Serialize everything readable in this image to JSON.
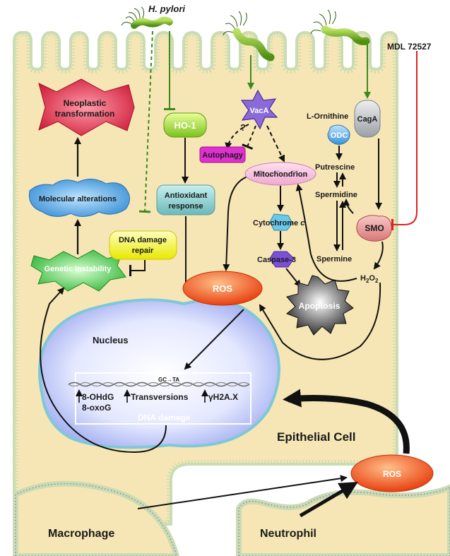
{
  "diagram": {
    "pathogen": "H. pylori",
    "inhibitor": "MDL 72527",
    "cell_label": "Epithelial Cell",
    "nucleus_label": "Nucleus",
    "macrophage_label": "Macrophage",
    "neutrophil_label": "Neutrophil",
    "nodes": {
      "neoplastic_1": "Neoplastic",
      "neoplastic_2": "transformation",
      "molecular": "Molecular alterations",
      "genetic": "Genetic Instability",
      "dna_repair_1": "DNA damage",
      "dna_repair_2": "repair",
      "ho1": "HO-1",
      "antioxidant_1": "Antioxidant",
      "antioxidant_2": "response",
      "ros_cell": "ROS",
      "vaca": "VacA",
      "question": "?",
      "autophagy": "Autophagy",
      "mitochondrion": "Mitochondrion",
      "cytochrome": "Cytochrome ",
      "cytochrome_c": "c",
      "caspase": "Caspase-3",
      "apoptosis": "Apoptosis",
      "cagA": "CagA",
      "ornithine": "L-Ornithine",
      "odc": "ODC",
      "putrescine": "Putrescine",
      "spermidine": "Spermidine",
      "smo": "SMO",
      "spermine": "Spermine",
      "h2o2_H": "H",
      "h2o2_2a": "2",
      "h2o2_O": "O",
      "h2o2_2b": "2",
      "ros_out": "ROS"
    },
    "dna_panel": {
      "gc_ta": "GC→TA",
      "ohdg": "8-OHdG",
      "oxog": "8-oxoG",
      "transversions": "Transversions",
      "h2ax": "γH2A.X",
      "dna_damage": "DNA damage"
    },
    "colors": {
      "cell_fill": "#f7e6b5",
      "membrane": "#c9dcb2",
      "green_arrow": "#3c8a1c",
      "red_inhibitor": "#e02020",
      "ros_orange": "#e8501e"
    }
  }
}
